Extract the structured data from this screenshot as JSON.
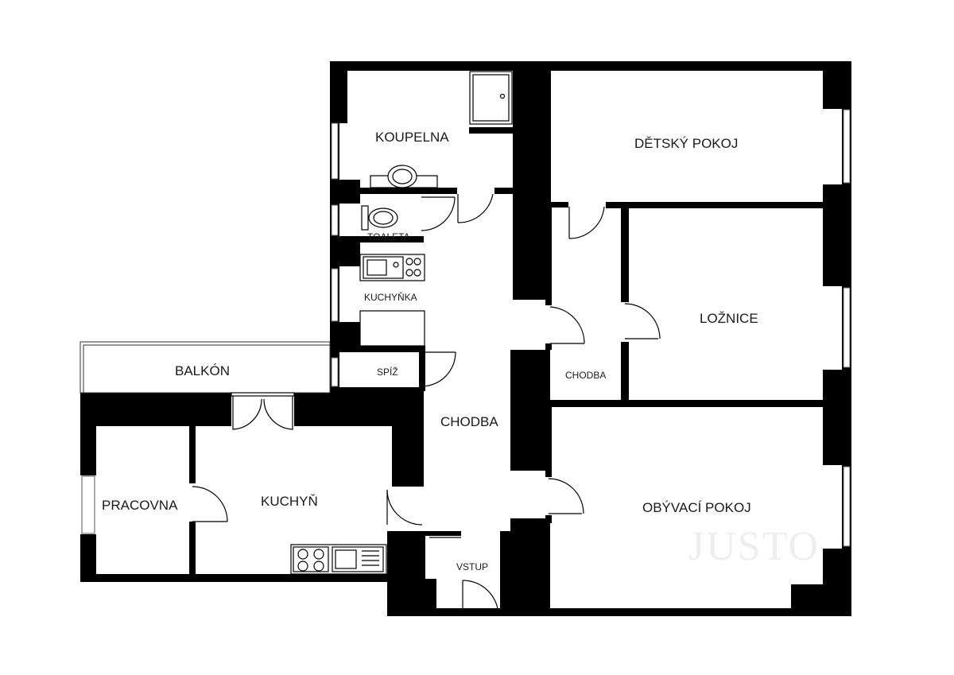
{
  "rooms": {
    "koupelna": "KOUPELNA",
    "detsky_pokoj": "DĚTSKÝ POKOJ",
    "toaleta": "TOALETA",
    "kuchynka": "KUCHYŇKA",
    "loznice": "LOŽNICE",
    "balkon": "BALKÓN",
    "spiz": "SPÍŽ",
    "chodba_small": "CHODBA",
    "chodba_main": "CHODBA",
    "pracovna": "PRACOVNA",
    "kuchyn": "KUCHYŇ",
    "obyvaci_pokoj": "OBÝVACÍ POKOJ",
    "vstup": "VSTUP"
  },
  "watermark": "JUSTO",
  "colors": {
    "wall": "#000000",
    "floor": "#ffffff",
    "window": "#bdbdbd"
  }
}
